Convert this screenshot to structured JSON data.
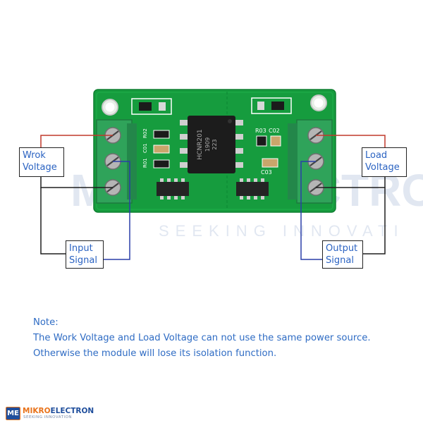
{
  "labels": {
    "work_voltage": [
      "Wrok",
      "Voltage"
    ],
    "load_voltage": [
      "Load",
      "Voltage"
    ],
    "input_signal": [
      "Input",
      "Signal"
    ],
    "output_signal": [
      "Output",
      "Signal"
    ]
  },
  "board": {
    "chip_lines": [
      "HCNR201",
      "1909",
      "223"
    ],
    "components": {
      "r02": "R02",
      "c01": "C01",
      "r01": "R01",
      "r03": "R03",
      "c02": "C02",
      "c03": "C03"
    }
  },
  "note": {
    "heading": "Note:",
    "line1": "The Work Voltage and Load Voltage can not use the same power source.",
    "line2": "Otherwise the module will lose its isolation function."
  },
  "watermark": {
    "text": "MIKROELECTRO",
    "tagline": "SEEKING INNOVATI"
  },
  "logo": {
    "badge": "ME",
    "name_part1": "MIKRO",
    "name_part2": "ELECTRON",
    "tagline": "SEEKING INNOVATION"
  },
  "colors": {
    "pcb": "#169c3e",
    "terminal": "#2fa35a",
    "wire_red": "#c0392b",
    "wire_blue": "#2a3fa8",
    "wire_black": "#1e1e1e",
    "text_blue": "#2f6cc4"
  }
}
